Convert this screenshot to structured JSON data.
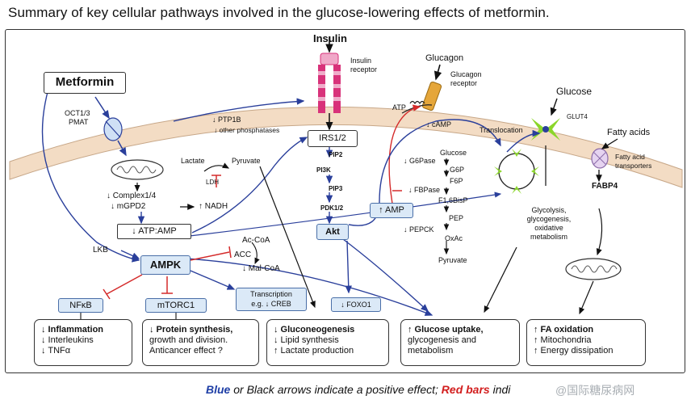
{
  "title": "Summary of key cellular pathways involved in the glucose-lowering effects of metformin.",
  "labels": {
    "insulin": "Insulin",
    "insulin_receptor": "Insulin receptor",
    "glucagon": "Glucagon",
    "glucagon_receptor": "Glucagon receptor",
    "glucose": "Glucose",
    "glut4": "GLUT4",
    "fatty_acids": "Fatty acids",
    "fatty_acid_transporters": "Fatty acid transporters",
    "fabp4": "FABP4",
    "metformin": "Metformin",
    "oct": "OCT1/3",
    "pmat": "PMAT",
    "ptp1b": "↓ PTP1B",
    "other_phosphatases": "↓ other phosphatases",
    "irs": "IRS1/2",
    "pip2": "PIP2",
    "pi3k": "PI3K",
    "pip3": "PIP3",
    "pdk": "PDK1/2",
    "akt": "Akt",
    "atp_left": "ATP",
    "camp": "↓ cAMP",
    "amp_box": "↑ AMP",
    "translocation": "Translocation",
    "glycolysis": "Glycolysis, glycogenesis, oxidative metabolism",
    "lactate": "Lactate",
    "pyruvate_top": "Pyruvate",
    "ldh": "LDH",
    "complex": "↓ Complex1/4",
    "mgpd2": "↓ mGPD2",
    "nadh": "↑ NADH",
    "atp_amp": "↓ ATP:AMP",
    "lkb": "LKB",
    "ampk": "AMPK",
    "acc_coa": "Ac-CoA",
    "acc": "ACC",
    "mal_coa": "↓ Mal-CoA",
    "nfkb": "NFκB",
    "mtorc1": "mTORC1",
    "transcription": "Transcription",
    "creb": "e.g. ↓ CREB",
    "foxo1": "↓ FOXO1",
    "g6pase": "↓ G6Pase",
    "fbpase": "↓ FBPase",
    "pepck": "↓ PEPCK",
    "glucose_met": "Glucose",
    "g6p": "G6P",
    "f6p": "F6P",
    "f16bisp": "F1,6BisP",
    "pep": "PEP",
    "oxac": "OxAc",
    "pyruvate_met": "Pyruvate"
  },
  "outcomes": {
    "box1": [
      "↓ Inflammation",
      "↓ Interleukins",
      "↓ TNFα"
    ],
    "box2": [
      "↓ Protein synthesis,",
      "growth and division.",
      "Anticancer effect ?"
    ],
    "box3": [
      "↓ Gluconeogenesis",
      "↓ Lipid synthesis",
      "↑ Lactate production"
    ],
    "box4": [
      "↑ Glucose uptake,",
      "glycogenesis and",
      "metabolism"
    ],
    "box5": [
      "↑ FA oxidation",
      "↑ Mitochondria",
      "↑ Energy dissipation"
    ]
  },
  "caption": {
    "blue": "Blue",
    "part1": " or Black arrows indicate a positive effect; ",
    "red": "Red bars",
    "part2": " indi"
  },
  "watermark": "@国际糖尿病网",
  "colors": {
    "membrane": "#f3dcc4",
    "membrane_edge": "#c7a788",
    "blue_arrow": "#2a3f9b",
    "red_bar": "#d42a2a",
    "receptor_pink": "#d8327a",
    "glucagon_receptor": "#e5a63a",
    "glut4": "#8bd62a",
    "box_fill": "#dbe9f7"
  }
}
